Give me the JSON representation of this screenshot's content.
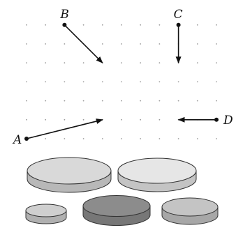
{
  "diagram": {
    "points": [
      {
        "id": "A",
        "label": "A",
        "from": [
          0,
          0
        ],
        "to": [
          4,
          1
        ]
      },
      {
        "id": "B",
        "label": "B",
        "from": [
          2,
          6
        ],
        "to": [
          4,
          4
        ]
      },
      {
        "id": "C",
        "label": "C",
        "from": [
          8,
          6
        ],
        "to": [
          8,
          4
        ]
      },
      {
        "id": "D",
        "label": "D",
        "from": [
          10,
          1
        ],
        "to": [
          8,
          1
        ]
      }
    ],
    "disks": [
      {
        "id": "disk-large-1",
        "color": "#d9d9d9"
      },
      {
        "id": "disk-large-2",
        "color": "#e6e6e6"
      },
      {
        "id": "disk-small",
        "color": "#cfcfcf"
      },
      {
        "id": "disk-dark",
        "color": "#8c8c8c"
      },
      {
        "id": "disk-medium",
        "color": "#c4c4c4"
      }
    ],
    "colors": {
      "ink": "#111111",
      "grid_dot": "#9a9a9a",
      "disk_edge": "#333333"
    }
  }
}
